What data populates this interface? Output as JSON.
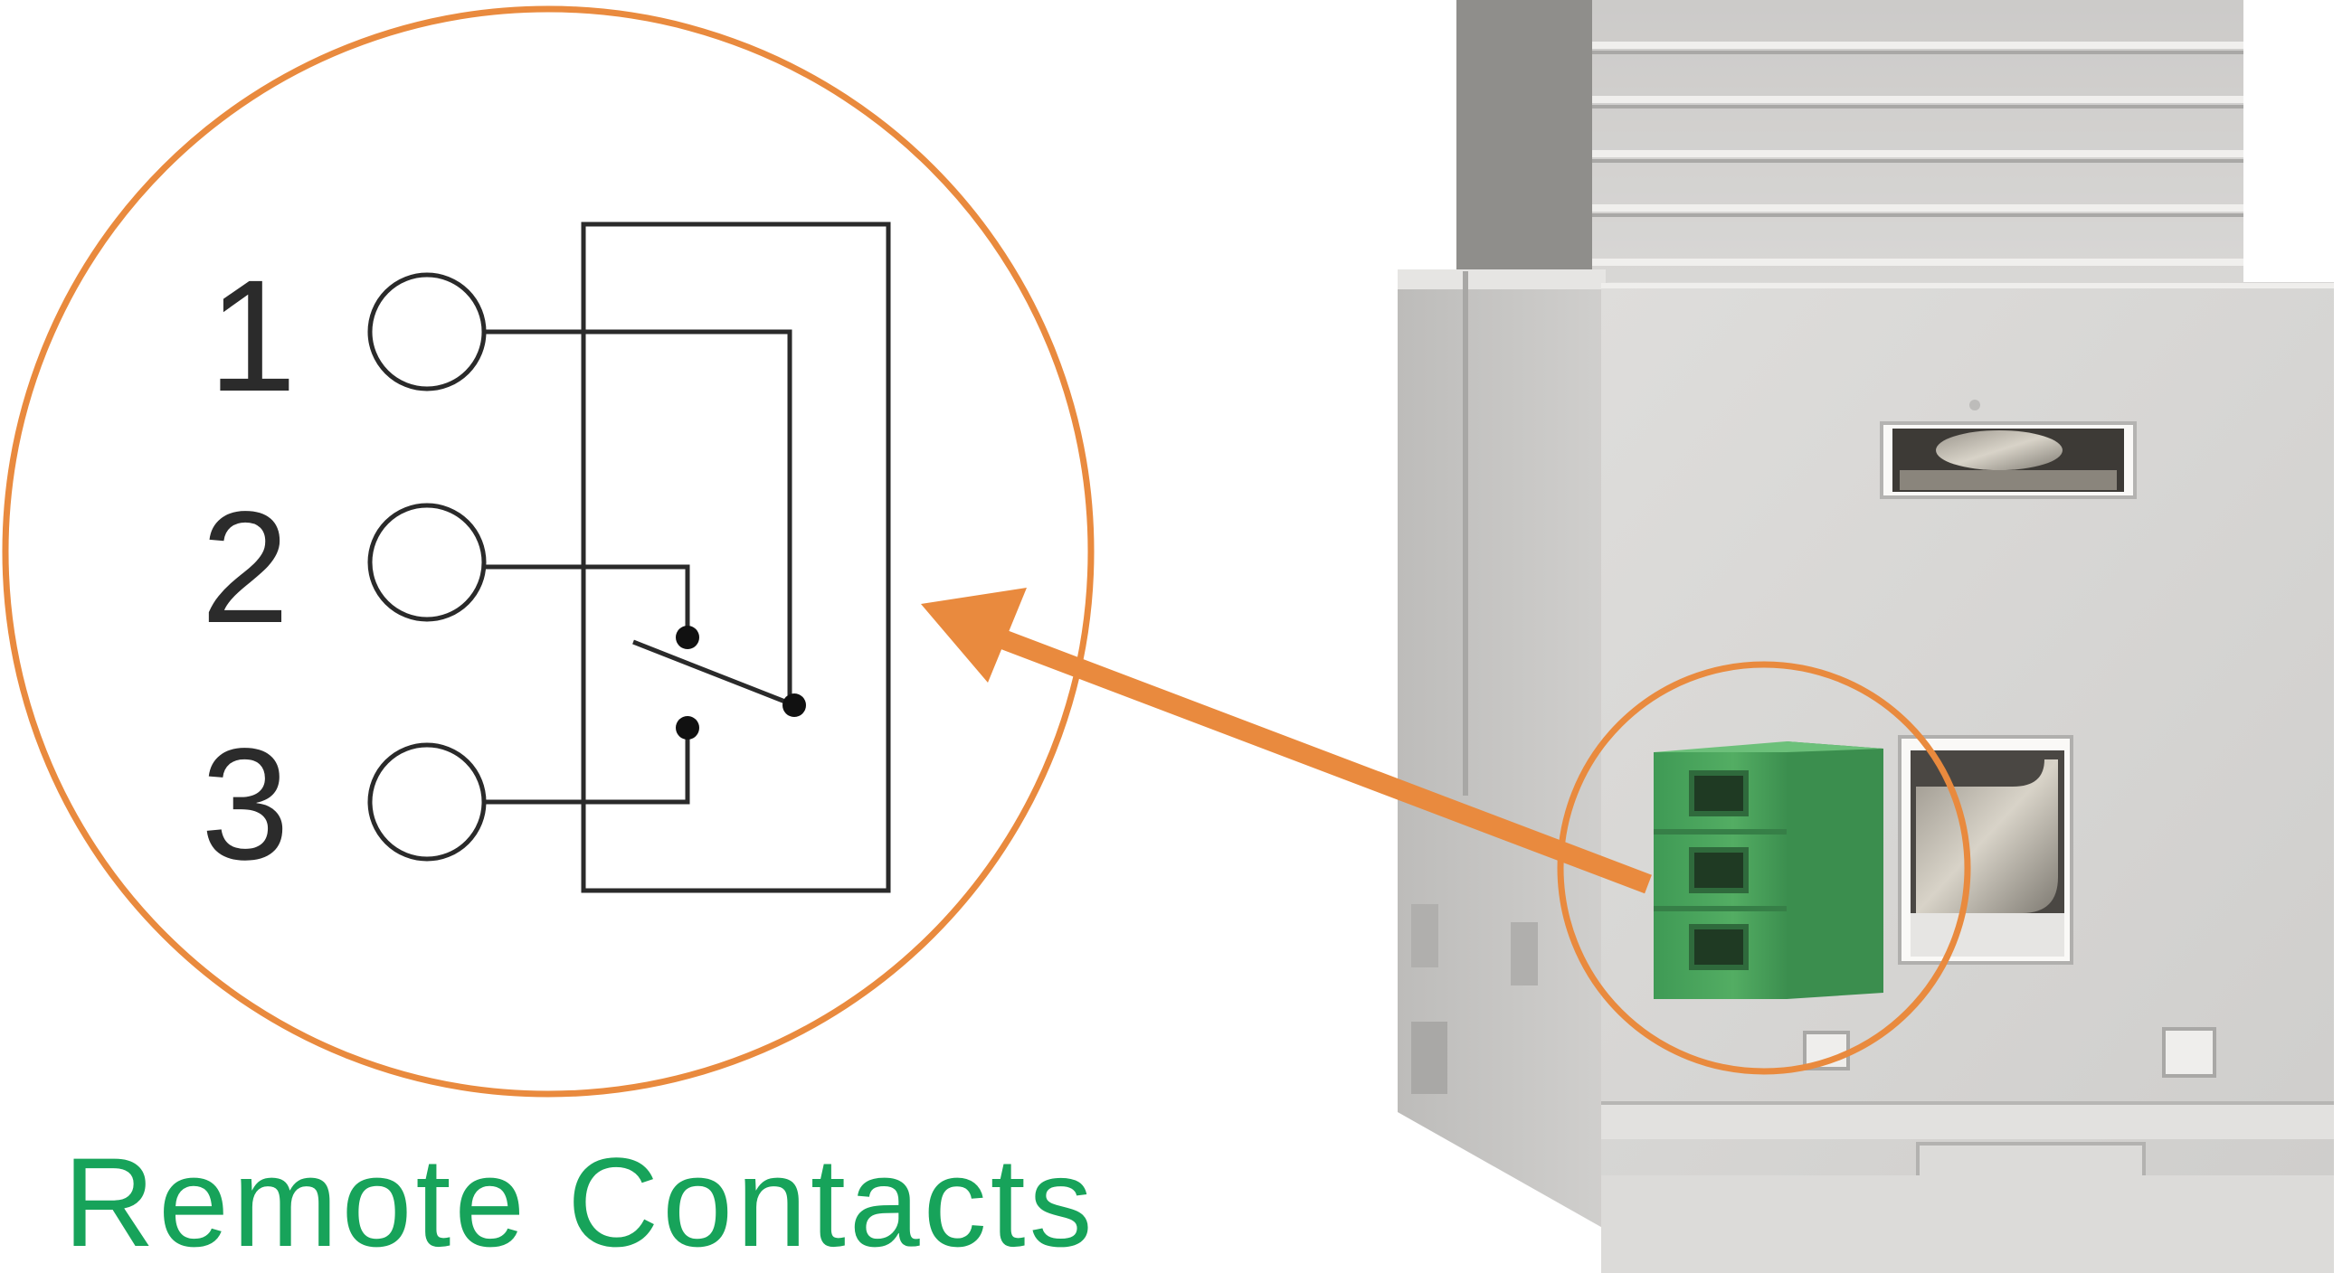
{
  "caption": "Remote Contacts",
  "terminals": [
    {
      "number": "1"
    },
    {
      "number": "2"
    },
    {
      "number": "3"
    }
  ],
  "colors": {
    "callout_orange": "#e98a3e",
    "caption_green": "#17a35a",
    "wire": "#2a2a2a",
    "housing": "#d5d4d2",
    "terminal_block_green": "#4aa35c"
  },
  "icons": {
    "arrow": "arrow-icon",
    "switch": "relay-switch-symbol"
  }
}
